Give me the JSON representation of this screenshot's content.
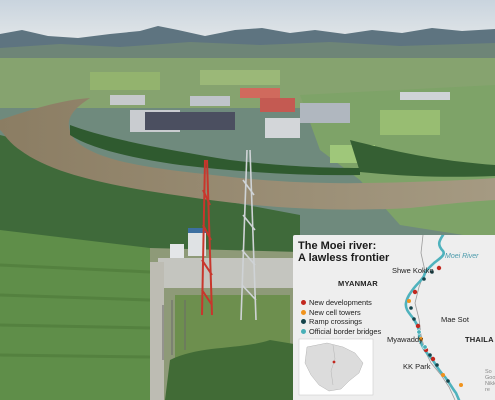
{
  "map": {
    "title_line1": "The Moei river:",
    "title_line2": "A lawless frontier",
    "legend": [
      {
        "label": "New developments",
        "color": "#c2281f"
      },
      {
        "label": "New cell towers",
        "color": "#f0931d"
      },
      {
        "label": "Ramp crossings",
        "color": "#14434a"
      },
      {
        "label": "Official border bridges",
        "color": "#49b0b8"
      }
    ],
    "places": {
      "shwe_kokko": "Shwe Kokko",
      "myanmar": "MYANMAR",
      "mae_sot": "Mae Sot",
      "myawaddy": "Myawaddy",
      "thailand": "THAILA",
      "kk_park": "KK Park",
      "river": "Moei River"
    },
    "credit": "So\nGoogle\nNikk\nre",
    "colors": {
      "panel": "#eeeeee",
      "river": "#4fb2bd",
      "border_line": "#9a9a9a"
    }
  }
}
